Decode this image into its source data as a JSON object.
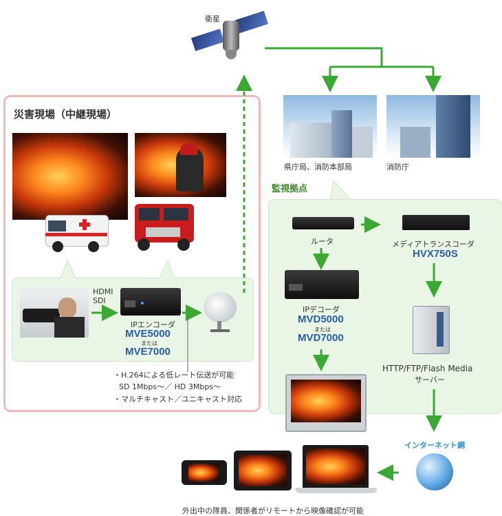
{
  "satellite": {
    "label": "衛星"
  },
  "hq": {
    "prefecture_label": "県庁局、消防本部局",
    "fire_agency_label": "消防庁"
  },
  "disaster_site": {
    "title": "災害現場（中継現場）",
    "link_label_1": "HDMI",
    "link_label_2": "SDI",
    "encoder_label": "IPエンコーダ",
    "encoder_model_1": "MVE5000",
    "encoder_or": "または",
    "encoder_model_2": "MVE7000",
    "note_1": "・H.264による低レート伝送が可能",
    "note_2": "SD 1Mbps～／ HD 3Mbps～",
    "note_3": "・マルチキャスト／ユニキャスト対応"
  },
  "monitoring": {
    "title": "監視拠点",
    "router_label": "ルータ",
    "transcoder_label": "メディアトランスコーダ",
    "transcoder_model": "HVX750S",
    "decoder_label": "IPデコーダ",
    "decoder_model_1": "MVD5000",
    "decoder_or": "または",
    "decoder_model_2": "MVD7000",
    "server_label_1": "HTTP/FTP/Flash Media",
    "server_label_2": "サーバー"
  },
  "internet": {
    "label": "インターネット網"
  },
  "footer": {
    "caption": "外出中の隊員、関係者がリモートから映像確認が可能"
  },
  "colors": {
    "arrow_green": "#3aa832",
    "model_blue": "#2a5caa",
    "site_border": "#f4b8b8",
    "mon_bg": "#e9f5e5"
  }
}
